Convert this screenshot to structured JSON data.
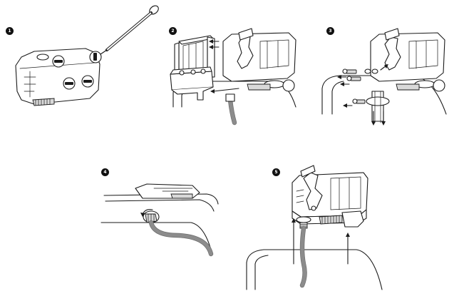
{
  "steps": [
    {
      "number": "1"
    },
    {
      "number": "2"
    },
    {
      "number": "3"
    },
    {
      "number": "4"
    },
    {
      "number": "5"
    }
  ],
  "colors": {
    "line": "#1a1a1a",
    "cable": "#8c8c8c",
    "fill_light": "#d9d9d9",
    "background": "#ffffff"
  }
}
